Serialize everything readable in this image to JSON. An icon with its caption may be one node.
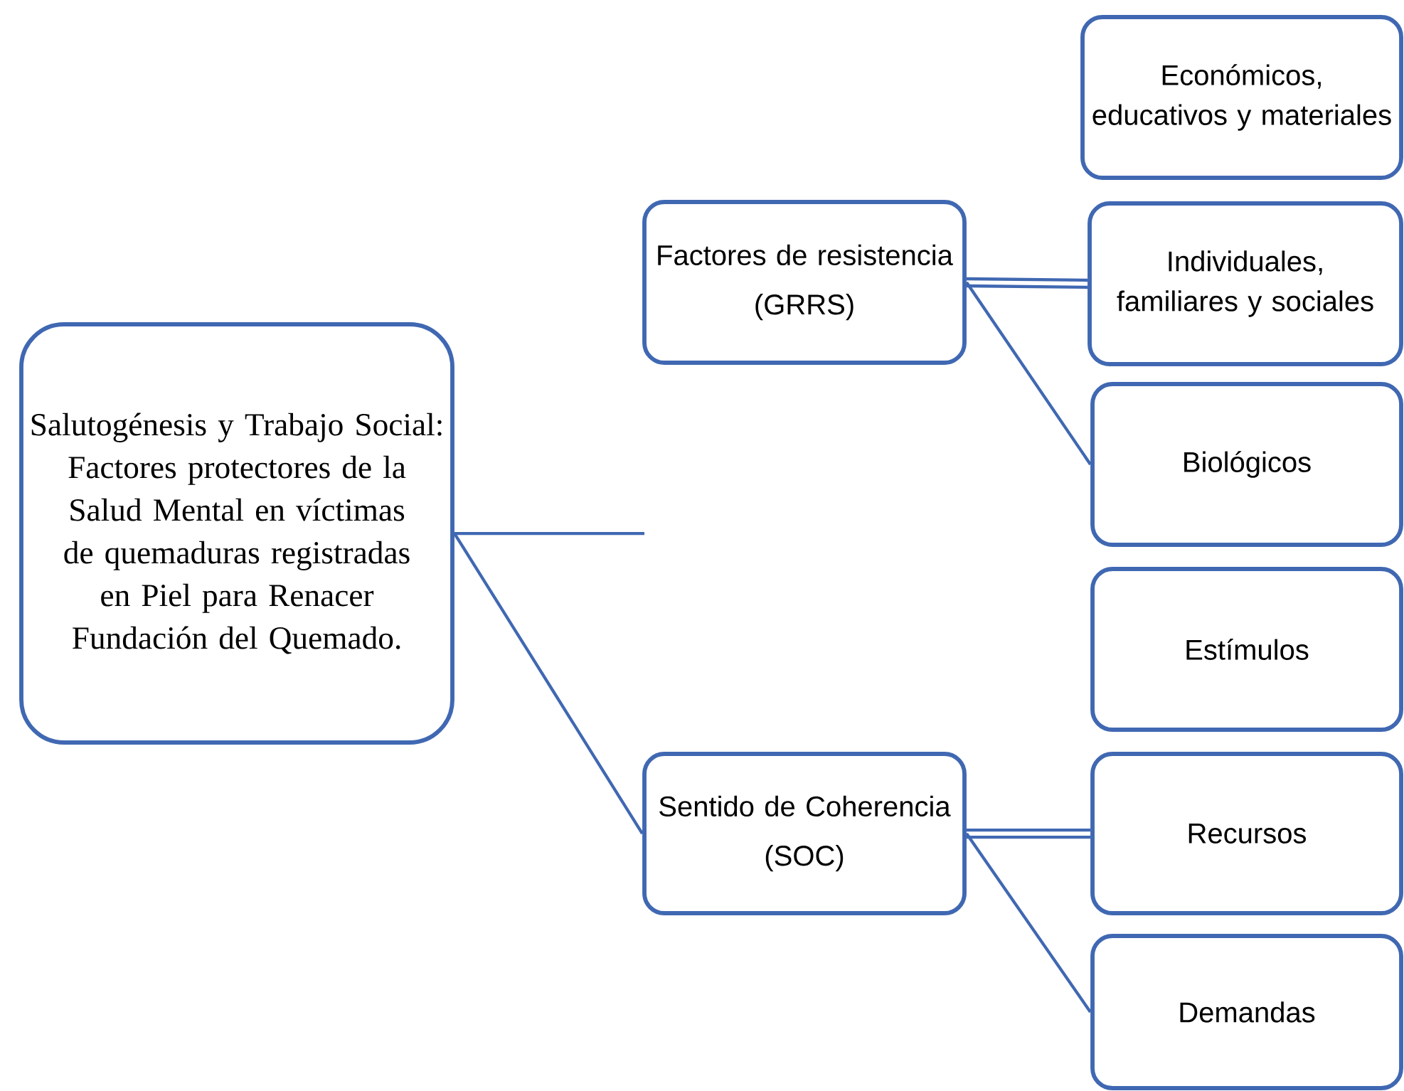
{
  "diagram": {
    "nodes": [
      {
        "text": [
          "Salutogénesis y Trabajo Social: Factores protectores de la Salud Mental en víctimas de quemaduras registradas en Piel para Renacer Fundación del Quemado."
        ]
      },
      {
        "text": [
          "Factores de resistencia",
          "(GRRS)"
        ]
      },
      {
        "text": [
          "Económicos, educativos y materiales"
        ]
      },
      {
        "text": [
          "Individuales, familiares y sociales"
        ]
      },
      {
        "text": [
          "Biológicos"
        ]
      },
      {
        "text": [
          "Estímulos"
        ]
      },
      {
        "text": [
          "Sentido de Coherencia",
          "(SOC)"
        ]
      },
      {
        "text": [
          "Recursos"
        ]
      },
      {
        "text": [
          "Demandas"
        ]
      }
    ],
    "edges": [
      {
        "from": 0,
        "to": null,
        "arrow": "none"
      },
      {
        "from": 0,
        "to": 6,
        "arrow": "none"
      },
      {
        "from": 1,
        "to": 3,
        "arrow": "none"
      },
      {
        "from": 1,
        "to": 3,
        "arrow": "none"
      },
      {
        "from": 1,
        "to": 4,
        "arrow": "none"
      },
      {
        "from": 6,
        "to": 7,
        "arrow": "none"
      },
      {
        "from": 6,
        "to": 7,
        "arrow": "none"
      },
      {
        "from": 6,
        "to": 8,
        "arrow": "none"
      }
    ]
  }
}
